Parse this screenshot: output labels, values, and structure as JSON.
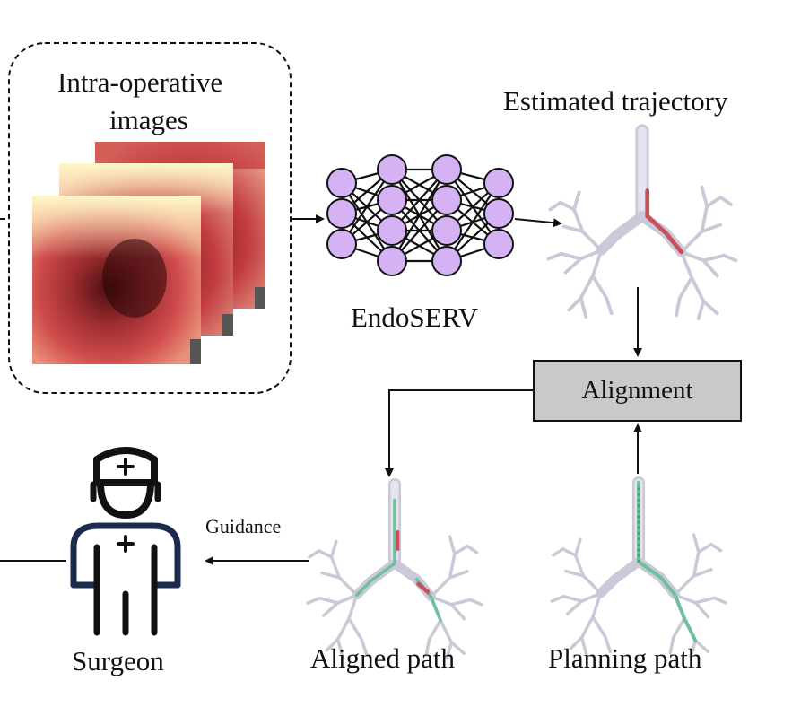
{
  "inputs": {
    "title_line1": "Intra-operative",
    "title_line2": "images"
  },
  "network": {
    "label": "EndoSERV",
    "layers": [
      3,
      4,
      4,
      3
    ]
  },
  "estimated": {
    "label": "Estimated trajectory"
  },
  "alignment": {
    "label": "Alignment"
  },
  "aligned": {
    "label": "Aligned path"
  },
  "planning": {
    "label": "Planning path"
  },
  "guidance": {
    "label": "Guidance"
  },
  "surgeon": {
    "label": "Surgeon"
  },
  "colors": {
    "node_fill": "#d4b2f3",
    "box_fill": "#c9c9c9",
    "surgeon_blue": "#1b2b4d",
    "trajectory_red": "#c8505a",
    "path_green": "#6fbf9f",
    "airway": "#d9d9e6"
  }
}
